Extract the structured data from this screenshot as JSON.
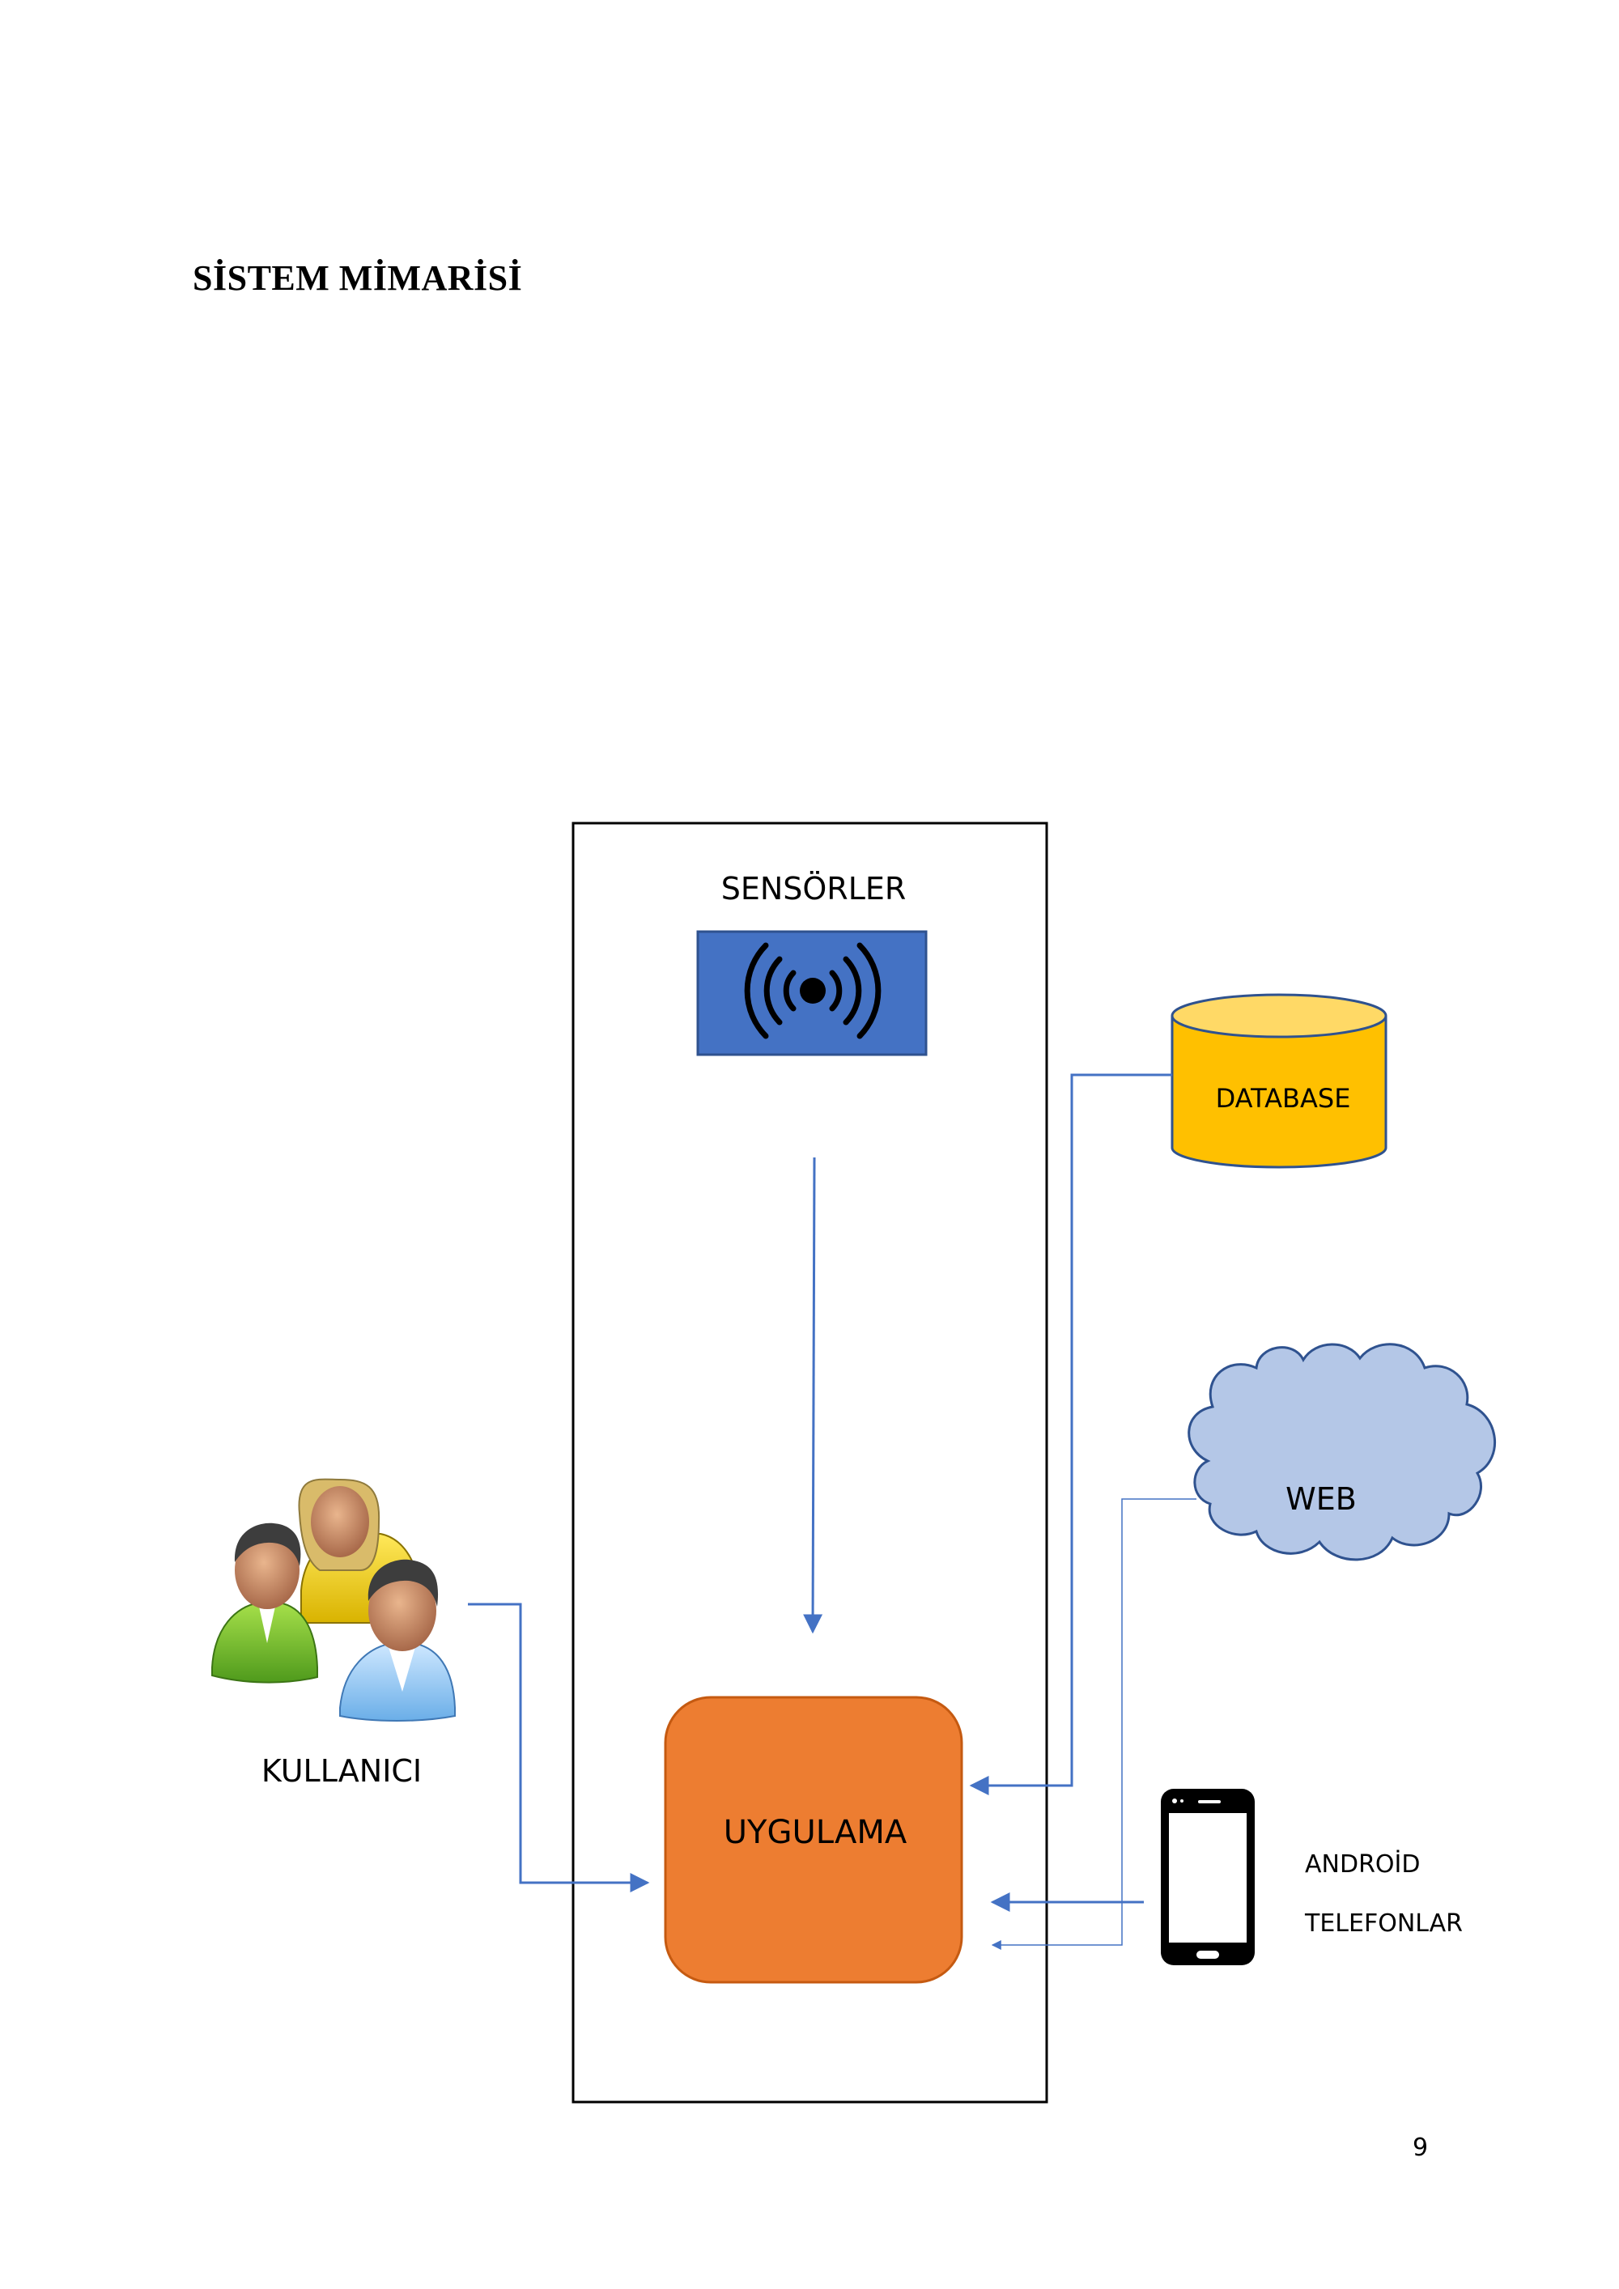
{
  "title": "SİSTEM MİMARİSİ",
  "page_number": "9",
  "diagram": {
    "sensors": {
      "label": "SENSÖRLER",
      "icon": "wireless-signal-icon",
      "color": "#4472C4"
    },
    "database": {
      "label": "DATABASE",
      "icon": "cylinder-database-icon",
      "color": "#FFC000"
    },
    "web": {
      "label": "WEB",
      "icon": "cloud-icon",
      "color": "#B4C7E7"
    },
    "app": {
      "label": "UYGULAMA",
      "color": "#ED7D31"
    },
    "users": {
      "label": "KULLANICI",
      "icon": "users-group-icon"
    },
    "phones": {
      "label_line1": "ANDROİD",
      "label_line2": "TELEFONLAR",
      "icon": "smartphone-icon"
    },
    "connector_color": "#4472C4"
  }
}
